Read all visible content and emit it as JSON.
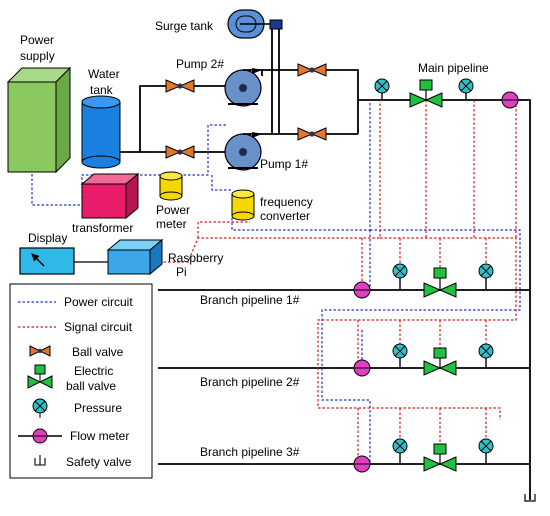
{
  "labels": {
    "surge_tank": "Surge tank",
    "power_supply_line1": "Power",
    "power_supply_line2": "supply",
    "water_tank_line1": "Water",
    "water_tank_line2": "tank",
    "pump2": "Pump 2#",
    "pump1": "Pump 1#",
    "main_pipeline": "Main pipeline",
    "transformer": "transformer",
    "power_meter_line1": "Power",
    "power_meter_line2": "meter",
    "freq_conv_line1": "frequency",
    "freq_conv_line2": "converter",
    "display": "Display",
    "raspberry_line1": "Raspberry",
    "raspberry_line2": "Pi",
    "branch1": "Branch pipeline 1#",
    "branch2": "Branch pipeline 2#",
    "branch3": "Branch pipeline 3#"
  },
  "legend": {
    "power_circuit": "Power circuit",
    "signal_circuit": "Signal circuit",
    "ball_valve": "Ball valve",
    "electric_line1": "Electric",
    "electric_line2": "ball valve",
    "pressure": "Pressure",
    "flow_meter": "Flow meter",
    "safety_valve": "Safety valve"
  },
  "colors": {
    "power_circuit": "#2030c8",
    "signal_circuit": "#d02020",
    "power_supply": "#8cc860",
    "water_tank": "#1a80e0",
    "pump": "#6a90c8",
    "transformer": "#e81c6a",
    "power_meter": "#f5d800",
    "raspberry_pi": "#3aa8e8",
    "display": "#30b8e8",
    "ball_valve": "#e07830",
    "electric_valve": "#20c040",
    "pressure": "#30c0c8",
    "flow_meter": "#e040c0"
  }
}
